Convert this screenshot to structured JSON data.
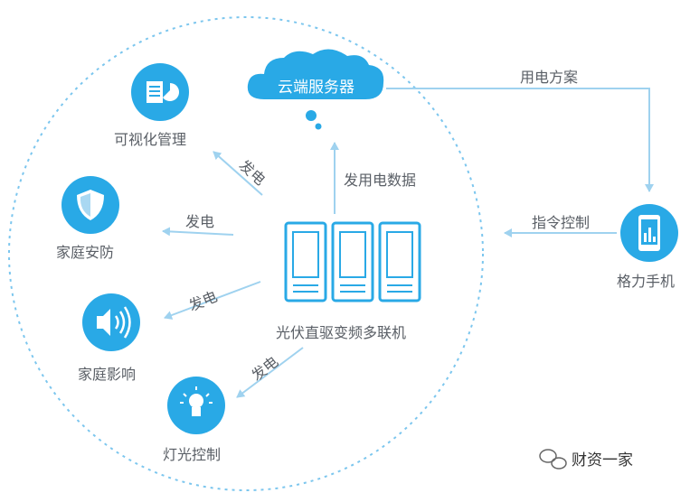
{
  "colors": {
    "accent": "#29a9e6",
    "accent_light": "#a9d8f2",
    "arrow": "#9fd2ef",
    "circle_border": "#7cc6ee",
    "text": "#5a5f66"
  },
  "cloud": {
    "label": "云端服务器"
  },
  "center": {
    "label": "光伏直驱变频多联机"
  },
  "phone": {
    "label": "格力手机"
  },
  "nodes": {
    "visual": {
      "label": "可视化管理",
      "icon": "chart-document-icon"
    },
    "security": {
      "label": "家庭安防",
      "icon": "shield-icon"
    },
    "audio": {
      "label": "家庭影响",
      "icon": "speaker-icon"
    },
    "lighting": {
      "label": "灯光控制",
      "icon": "lightbulb-icon"
    }
  },
  "edges": {
    "upload": "发用电数据",
    "plan": "用电方案",
    "control": "指令控制",
    "gen1": "发电",
    "gen2": "发电",
    "gen3": "发电",
    "gen4": "发电"
  },
  "watermark": {
    "text": "财资一家",
    "icon": "wechat-icon"
  }
}
